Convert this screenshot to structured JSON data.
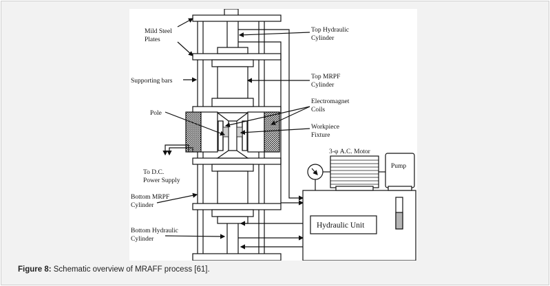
{
  "figure": {
    "labels": {
      "mild_steel_1": "Mild Steel",
      "mild_steel_2": "Plates",
      "supporting_bars": "Supporting bars",
      "pole": "Pole",
      "to_dc_1": "To D.C.",
      "to_dc_2": "Power Supply",
      "bottom_mrpf_1": "Bottom MRPF",
      "bottom_mrpf_2": "Cylinder",
      "bottom_hyd_1": "Bottom Hydraulic",
      "bottom_hyd_2": "Cylinder",
      "top_hyd_1": "Top Hydraulic",
      "top_hyd_2": "Cylinder",
      "top_mrpf_1": "Top MRPF",
      "top_mrpf_2": "Cylinder",
      "electromagnet_1": "Electromagnet",
      "electromagnet_2": "Coils",
      "workpiece_1": "Workpiece",
      "workpiece_2": "Fixture",
      "motor": "3-φ A.C. Motor",
      "pump": "Pump",
      "hydraulic_unit": "Hydraulic Unit"
    }
  },
  "caption": {
    "label": "Figure 8:",
    "text": " Schematic overview of MRAFF process [61]."
  }
}
